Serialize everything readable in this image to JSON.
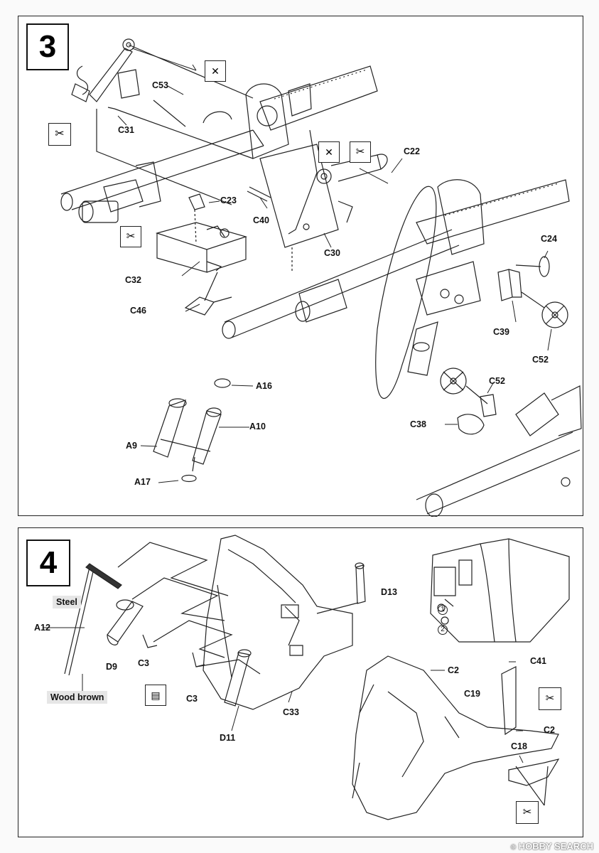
{
  "step3": {
    "number": "3",
    "labels": {
      "C53": "C53",
      "C31": "C31",
      "C22": "C22",
      "C23": "C23",
      "C40": "C40",
      "C30": "C30",
      "C32": "C32",
      "C46": "C46",
      "C24": "C24",
      "C39": "C39",
      "C52a": "C52",
      "C52b": "C52",
      "C38": "C38",
      "A16": "A16",
      "A10": "A10",
      "A9": "A9",
      "A17": "A17"
    },
    "icons": [
      "cutter-icon",
      "glue-warning-icon",
      "glue-warning-icon",
      "cutter-icon",
      "cutter-icon"
    ]
  },
  "step4": {
    "number": "4",
    "labels": {
      "A12": "A12",
      "D9": "D9",
      "C3a": "C3",
      "C3b": "C3",
      "D11": "D11",
      "C33": "C33",
      "D13": "D13",
      "C2a": "C2",
      "C41": "C41",
      "C19": "C19",
      "C2b": "C2",
      "C18": "C18",
      "callout1": "1",
      "callout2": "2"
    },
    "color_tags": {
      "steel": "Steel",
      "wood_brown": "Wood brown"
    },
    "icons": [
      "decal-icon",
      "cutter-icon",
      "cutter-icon"
    ]
  },
  "footer": {
    "watermark": "HOBBY SEARCH",
    "mark": "©"
  }
}
